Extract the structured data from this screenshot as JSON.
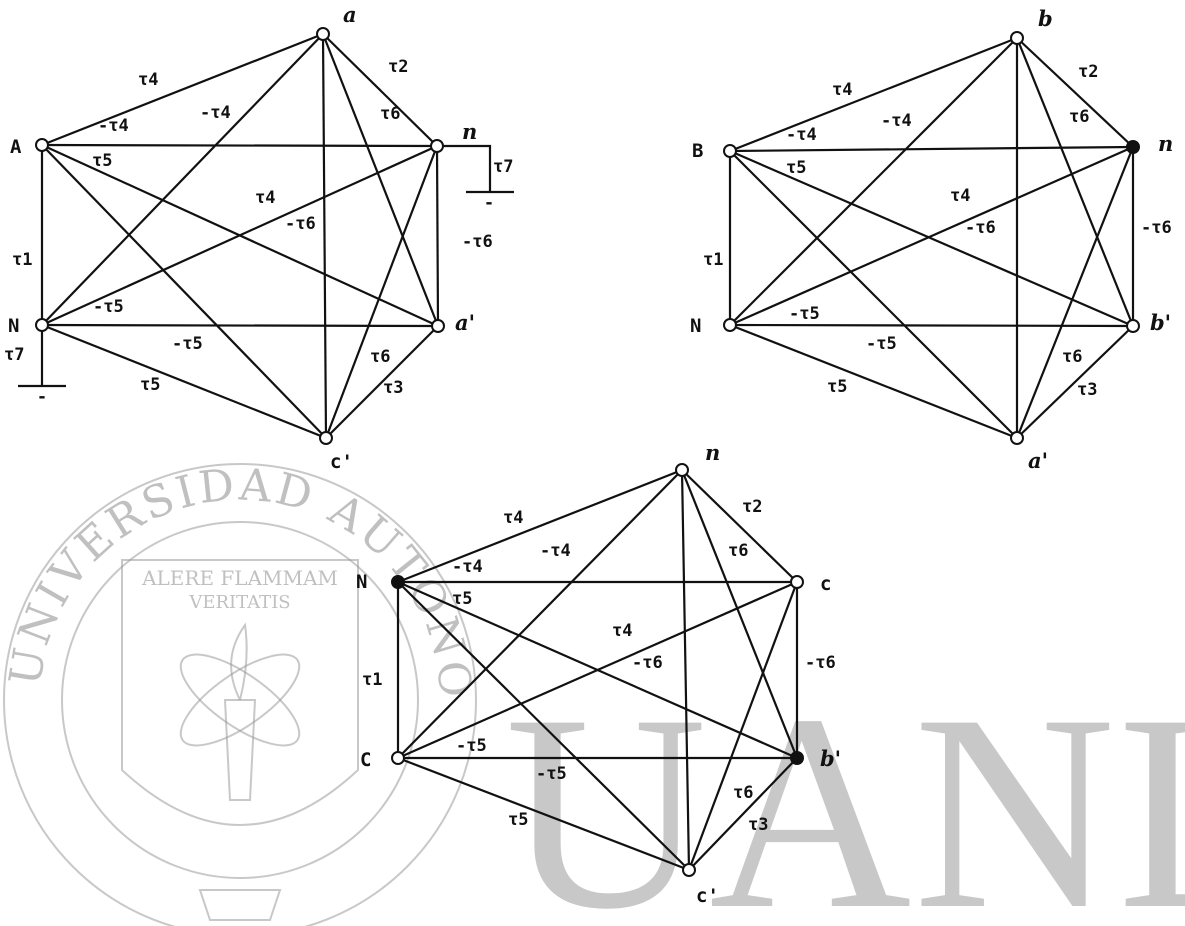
{
  "watermark": {
    "ring_text": "UNIVERSIDAD AUTONOMA DE NUEVO LEON",
    "motto_1": "ALERE FLAMMAM",
    "motto_2": "VERITATIS",
    "big_text": "UANL"
  },
  "diagrams": [
    {
      "id": "phase-a",
      "nodes": [
        {
          "id": "a",
          "label": "a",
          "italic": true
        },
        {
          "id": "A",
          "label": "A",
          "italic": false
        },
        {
          "id": "n",
          "label": "n",
          "italic": true
        },
        {
          "id": "N",
          "label": "N",
          "italic": false
        },
        {
          "id": "a2",
          "label": "a'",
          "italic": true
        },
        {
          "id": "c2",
          "label": "c'",
          "italic": false
        }
      ],
      "edges": [
        {
          "from": "A",
          "to": "a",
          "label": "τ4"
        },
        {
          "from": "A",
          "to": "N",
          "label": "τ1"
        },
        {
          "from": "a",
          "to": "n",
          "label": "τ2"
        },
        {
          "from": "a",
          "to": "a2",
          "label": "τ6"
        },
        {
          "from": "A",
          "to": "n",
          "label": "-τ4"
        },
        {
          "from": "N",
          "to": "a",
          "label": "-τ4"
        },
        {
          "from": "A",
          "to": "a2",
          "label": "τ5"
        },
        {
          "from": "N",
          "to": "n",
          "label": "τ4"
        },
        {
          "from": "n",
          "to": "c2",
          "label": "-τ6"
        },
        {
          "from": "n",
          "to": "a2",
          "label": "-τ6"
        },
        {
          "from": "N",
          "to": "a2",
          "label": "-τ5"
        },
        {
          "from": "A",
          "to": "c2",
          "label": "-τ5"
        },
        {
          "from": "N",
          "to": "c2",
          "label": "τ5"
        },
        {
          "from": "a2",
          "to": "c2",
          "label": "τ3"
        },
        {
          "from": "a",
          "to": "c2",
          "label": "τ6"
        }
      ],
      "grounds": [
        {
          "node": "n",
          "label": "τ7",
          "minus": "-"
        },
        {
          "node": "N",
          "label": "τ7",
          "minus": "-"
        }
      ]
    },
    {
      "id": "phase-b",
      "nodes": [
        {
          "id": "b",
          "label": "b",
          "italic": true
        },
        {
          "id": "B",
          "label": "B",
          "italic": false
        },
        {
          "id": "n",
          "label": "n",
          "italic": true
        },
        {
          "id": "N",
          "label": "N",
          "italic": false
        },
        {
          "id": "b2",
          "label": "b'",
          "italic": true
        },
        {
          "id": "a2",
          "label": "a'",
          "italic": true
        }
      ],
      "edges": [
        {
          "from": "B",
          "to": "b",
          "label": "τ4"
        },
        {
          "from": "B",
          "to": "N",
          "label": "τ1"
        },
        {
          "from": "b",
          "to": "n",
          "label": "τ2"
        },
        {
          "from": "b",
          "to": "b2",
          "label": "τ6"
        },
        {
          "from": "B",
          "to": "n",
          "label": "-τ4"
        },
        {
          "from": "N",
          "to": "b",
          "label": "-τ4"
        },
        {
          "from": "B",
          "to": "b2",
          "label": "τ5"
        },
        {
          "from": "N",
          "to": "n",
          "label": "τ4"
        },
        {
          "from": "n",
          "to": "a2",
          "label": "-τ6"
        },
        {
          "from": "n",
          "to": "b2",
          "label": "-τ6"
        },
        {
          "from": "N",
          "to": "b2",
          "label": "-τ5"
        },
        {
          "from": "B",
          "to": "a2",
          "label": "-τ5"
        },
        {
          "from": "N",
          "to": "a2",
          "label": "τ5"
        },
        {
          "from": "b2",
          "to": "a2",
          "label": "τ3"
        },
        {
          "from": "b",
          "to": "a2",
          "label": "τ6"
        }
      ],
      "grounds": []
    },
    {
      "id": "phase-c",
      "nodes": [
        {
          "id": "n",
          "label": "n",
          "italic": true
        },
        {
          "id": "N",
          "label": "N",
          "italic": false
        },
        {
          "id": "c",
          "label": "c",
          "italic": false
        },
        {
          "id": "C",
          "label": "C",
          "italic": false
        },
        {
          "id": "b2",
          "label": "b'",
          "italic": true
        },
        {
          "id": "c2",
          "label": "c'",
          "italic": false
        }
      ],
      "edges": [
        {
          "from": "N",
          "to": "n",
          "label": "τ4"
        },
        {
          "from": "N",
          "to": "C",
          "label": "τ1"
        },
        {
          "from": "n",
          "to": "c",
          "label": "τ2"
        },
        {
          "from": "n",
          "to": "b2",
          "label": "τ6"
        },
        {
          "from": "N",
          "to": "c",
          "label": "-τ4"
        },
        {
          "from": "C",
          "to": "n",
          "label": "-τ4"
        },
        {
          "from": "N",
          "to": "b2",
          "label": "τ5"
        },
        {
          "from": "C",
          "to": "c",
          "label": "τ4"
        },
        {
          "from": "c",
          "to": "c2",
          "label": "-τ6"
        },
        {
          "from": "c",
          "to": "b2",
          "label": "-τ6"
        },
        {
          "from": "C",
          "to": "b2",
          "label": "-τ5"
        },
        {
          "from": "N",
          "to": "c2",
          "label": "-τ5"
        },
        {
          "from": "C",
          "to": "c2",
          "label": "τ5"
        },
        {
          "from": "b2",
          "to": "c2",
          "label": "τ3"
        },
        {
          "from": "n",
          "to": "c2",
          "label": "τ6"
        }
      ],
      "grounds": []
    }
  ]
}
